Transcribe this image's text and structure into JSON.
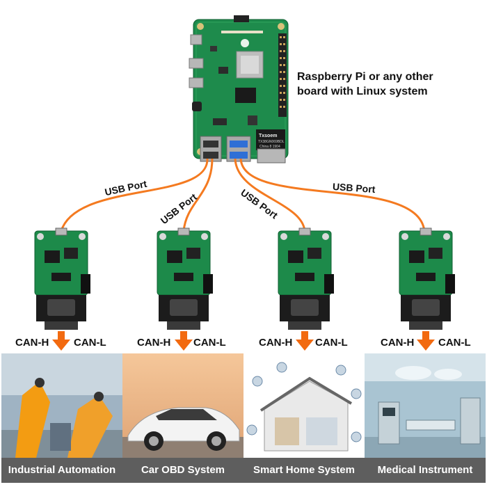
{
  "board": {
    "label_line1": "Raspberry Pi or any other",
    "label_line2": "board with Linux system",
    "chip_brand": "Txsoem",
    "chip_model": "TX38GN069BDL",
    "chip_origin": "China 8 1904"
  },
  "cables": [
    {
      "label": "USB Port"
    },
    {
      "label": "USB Port"
    },
    {
      "label": "USB Port"
    },
    {
      "label": "USB Port"
    }
  ],
  "modules": [
    {
      "can_high": "CAN-H",
      "can_low": "CAN-L"
    },
    {
      "can_high": "CAN-H",
      "can_low": "CAN-L"
    },
    {
      "can_high": "CAN-H",
      "can_low": "CAN-L"
    },
    {
      "can_high": "CAN-H",
      "can_low": "CAN-L"
    }
  ],
  "applications": [
    {
      "name": "Industrial Automation"
    },
    {
      "name": "Car OBD System"
    },
    {
      "name": "Smart Home System"
    },
    {
      "name": "Medical Instrument"
    }
  ],
  "colors": {
    "cable": "#f47a20",
    "arrow": "#f26a10",
    "pcb": "#1d8a4a",
    "caption_bg": "#5e5e5e"
  }
}
